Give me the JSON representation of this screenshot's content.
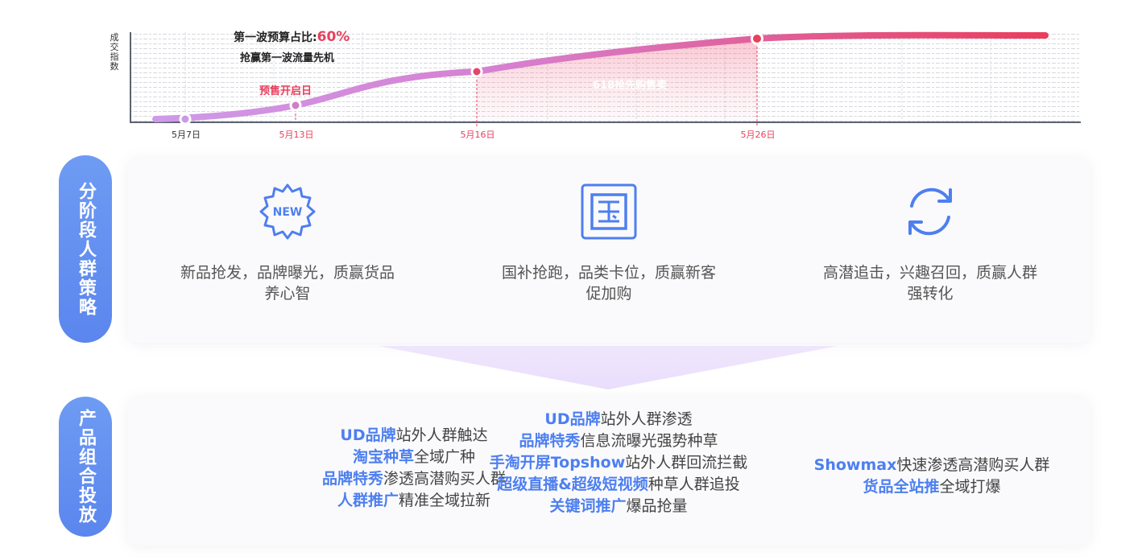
{
  "chart": {
    "ylabel": "成交指数",
    "x_labels": [
      "5月7日",
      "5月13日",
      "5月16日",
      "5月26日"
    ],
    "budget_label": "第一波预算占比:",
    "budget_value": "60%",
    "budget_sub": "抢赢第一波流量先机",
    "presale_label": "预售开启日",
    "sale_label": "618抢先购售卖",
    "colors": {
      "line_start": "#c48ae6",
      "line_end": "#e8405d",
      "accent": "#e8405d",
      "axis": "#5c6470"
    }
  },
  "chart_data": {
    "type": "line",
    "x": [
      "5月7日",
      "5月13日",
      "5月16日",
      "5月26日"
    ],
    "ylabel": "成交指数",
    "markers": [
      "5月7日",
      "5月13日",
      "5月16日",
      "5月26日"
    ],
    "annotations": [
      "第一波预算占比:60%",
      "抢赢第一波流量先机",
      "预售开启日",
      "618抢先购售卖"
    ]
  },
  "pills": {
    "strategy": "分阶段人群策略",
    "products": "产品组合投放"
  },
  "strategies": [
    {
      "icon": "new-badge-icon",
      "line1": "新品抢发，品牌曝光，质赢货品",
      "line2": "养心智"
    },
    {
      "icon": "guo-square-icon",
      "line1": "国补抢跑，品类卡位，质赢新客",
      "line2": "促加购"
    },
    {
      "icon": "refresh-cycle-icon",
      "line1": "高潜追击，兴趣召回，质赢人群",
      "line2": "强转化"
    }
  ],
  "products": {
    "col1": [
      {
        "hl": "UD品牌",
        "rest": "站外人群触达"
      },
      {
        "hl": "淘宝种草",
        "rest": "全域广种"
      },
      {
        "hl": "品牌特秀",
        "rest": "渗透高潜购买人群"
      },
      {
        "hl": "人群推广",
        "rest": "精准全域拉新"
      }
    ],
    "col2": [
      {
        "hl": "UD品牌",
        "rest": "站外人群渗透"
      },
      {
        "hl": "品牌特秀",
        "rest": "信息流曝光强势种草"
      },
      {
        "hl": "手淘开屏Topshow",
        "rest": "站外人群回流拦截"
      },
      {
        "hl": "超级直播&超级短视频",
        "rest": "种草人群追投"
      },
      {
        "hl": "关键词推广",
        "rest": "爆品抢量"
      }
    ],
    "col3": [
      {
        "hl": "Showmax",
        "rest": "快速渗透高潜购买人群"
      },
      {
        "hl": "货品全站推",
        "rest": "全域打爆"
      }
    ]
  }
}
